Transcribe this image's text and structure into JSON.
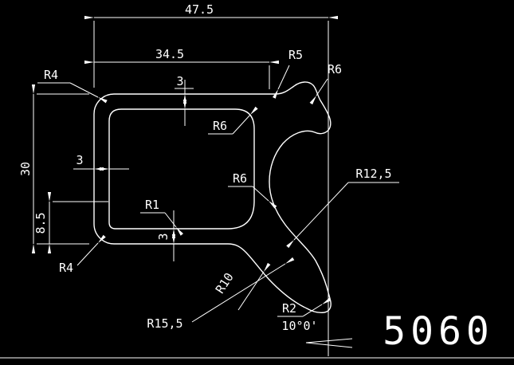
{
  "drawing": {
    "background": "#000000",
    "stroke_color": "#ffffff",
    "part_number": "5060",
    "dimensions": {
      "overall_width": "47.5",
      "body_width": "34.5",
      "overall_height": "30",
      "lower_height": "8.5",
      "wall_thickness_top": "3",
      "wall_thickness_left": "3",
      "wall_thickness_bottom": "3",
      "tip_angle": "10°0'"
    },
    "radius_labels": {
      "top_left_outer": "R4",
      "top_right_bump": "R5",
      "top_right_neck": "R6",
      "cavity_top_right": "R6",
      "cavity_mid_right": "R6",
      "jaw_inner": "R12,5",
      "cavity_bottom": "R1",
      "bottom_left_outer": "R4",
      "bottom_transition": "R10",
      "jaw_tip": "R2",
      "bottom_outer": "R15,5"
    }
  }
}
